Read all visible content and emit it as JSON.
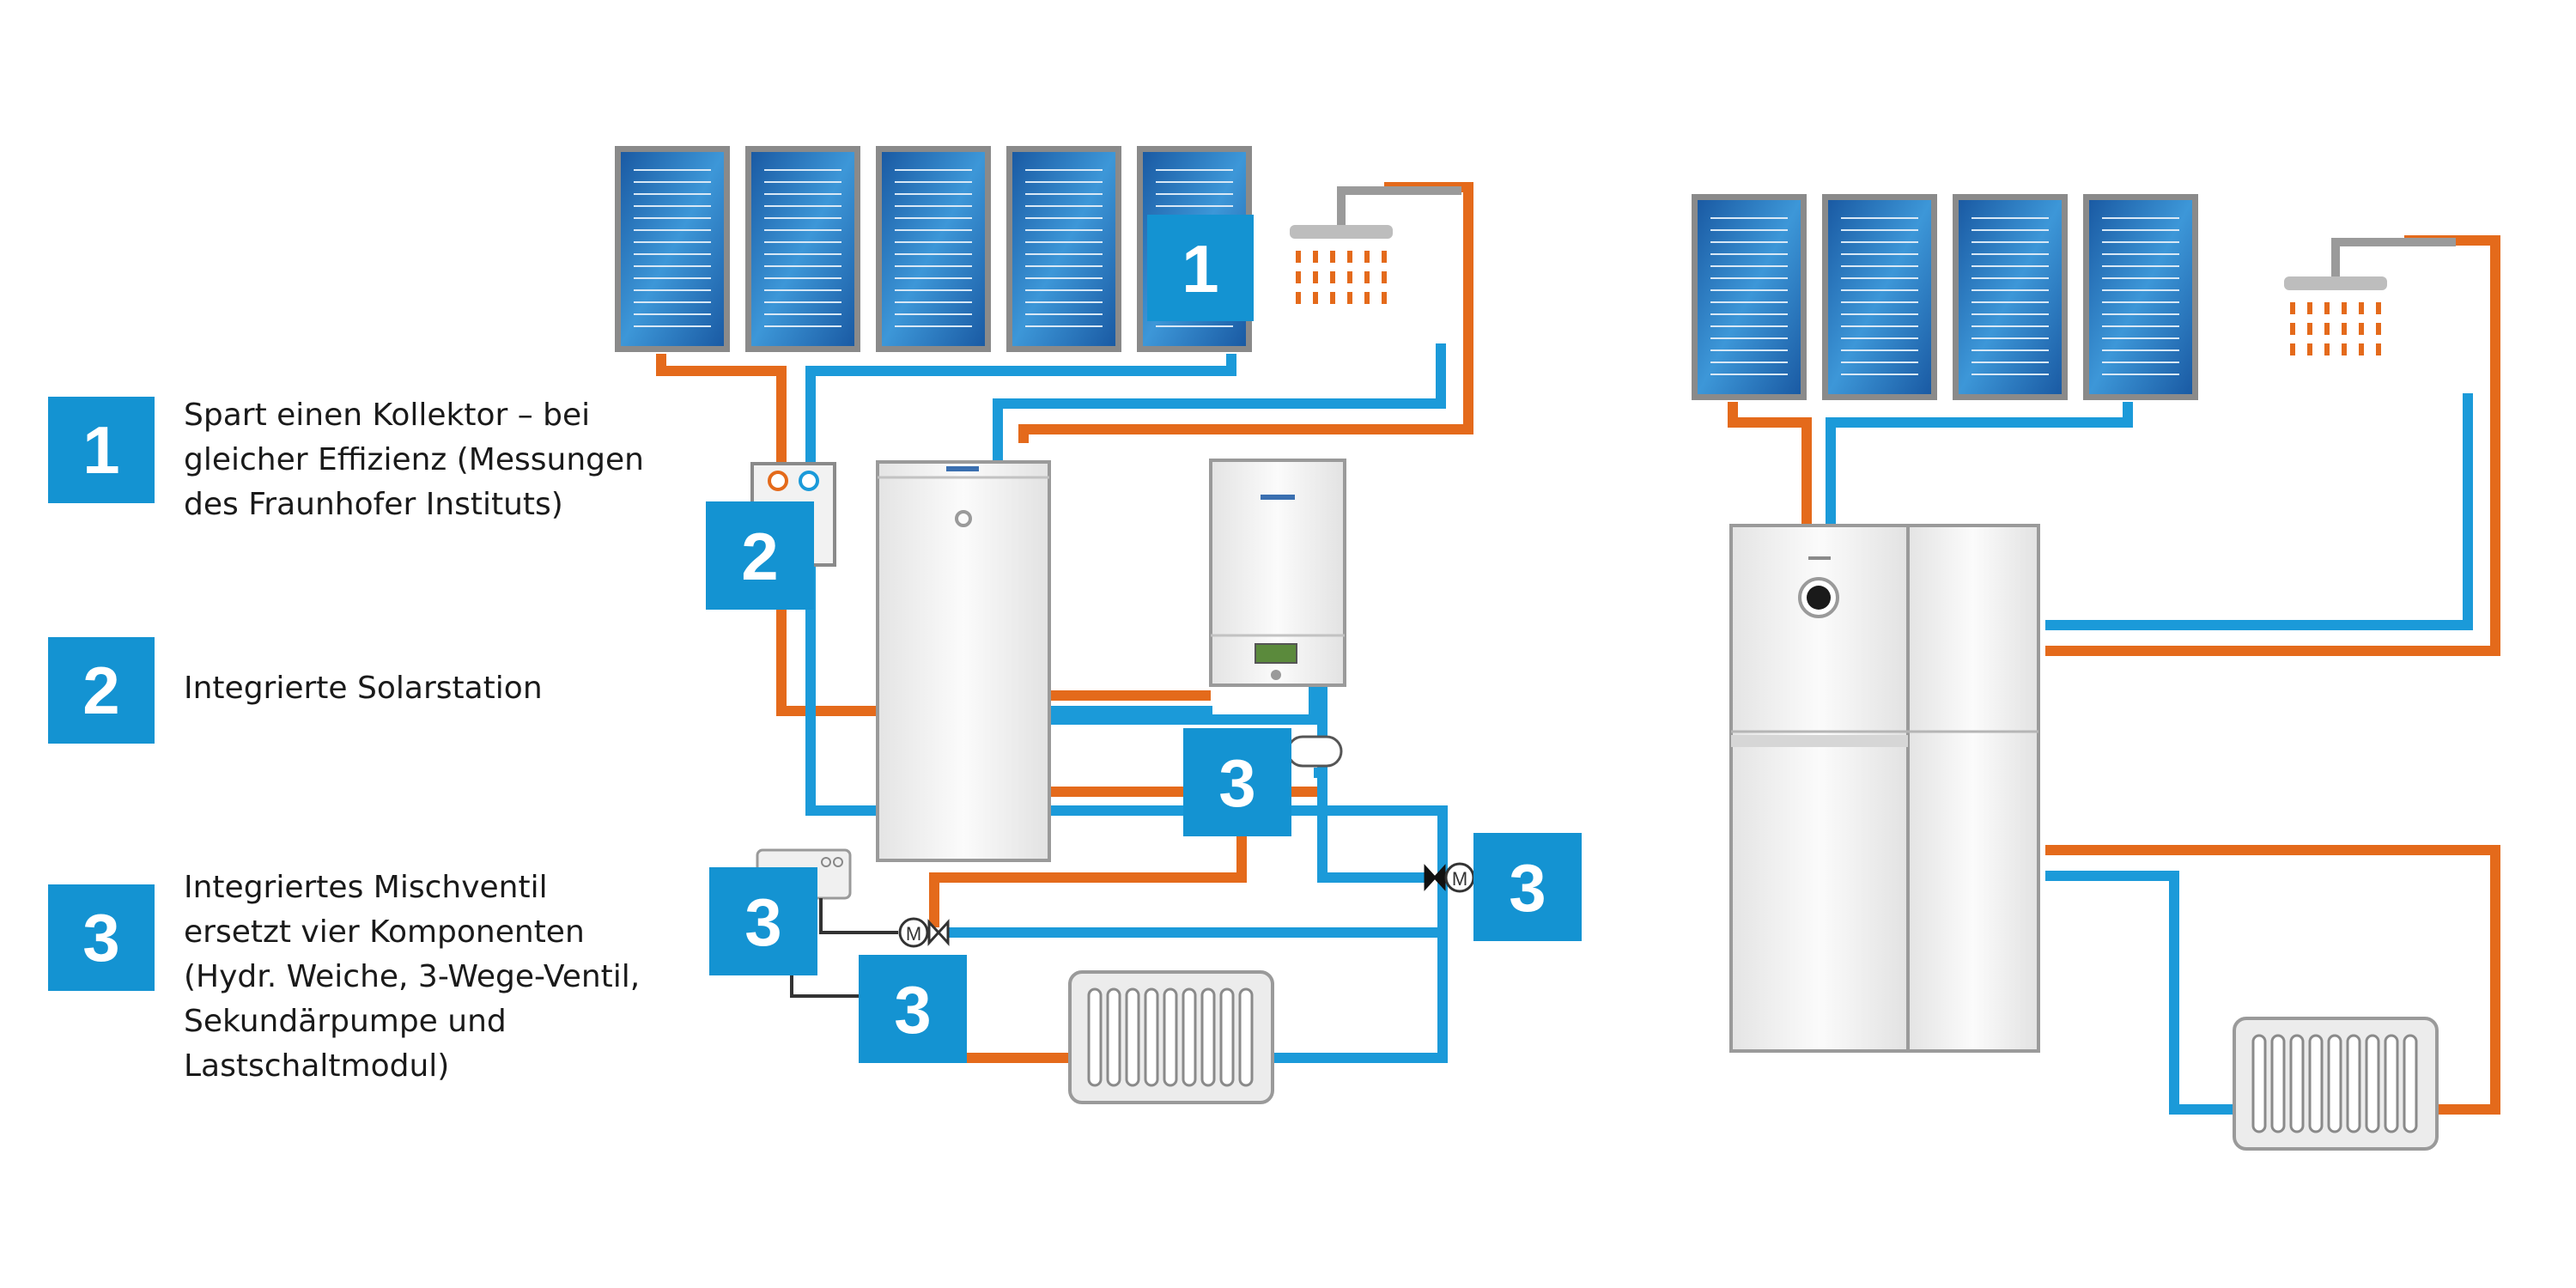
{
  "legend": [
    {
      "number": "1",
      "text": "Spart einen Kollektor – bei\ngleicher Effizienz (Messungen\ndes Fraunhofer Instituts)"
    },
    {
      "number": "2",
      "text": "Integrierte Solarstation"
    },
    {
      "number": "3",
      "text": "Integriertes Mischventil\nersetzt vier Komponenten\n(Hydr. Weiche, 3-Wege-Ventil,\nSekundärpumpe und\nLastschaltmodul)"
    }
  ],
  "diagram_badges": {
    "collector": "1",
    "solar_station": "2",
    "mixing_valve": "3"
  },
  "valve_label": "M",
  "colors": {
    "badge": "#1493d2",
    "hot_pipe": "#e46a1b",
    "cold_pipe": "#1b9ad9",
    "panel_frame": "#7a7a7a",
    "panel_fill": "#1f6fb5",
    "appliance": "#f2f2f2"
  },
  "icons": [
    "solar-collector-icon",
    "shower-icon",
    "radiator-icon",
    "storage-tank-icon",
    "boiler-icon",
    "solar-station-icon",
    "mixing-valve-icon",
    "controller-icon",
    "heat-pump-unit-icon"
  ]
}
